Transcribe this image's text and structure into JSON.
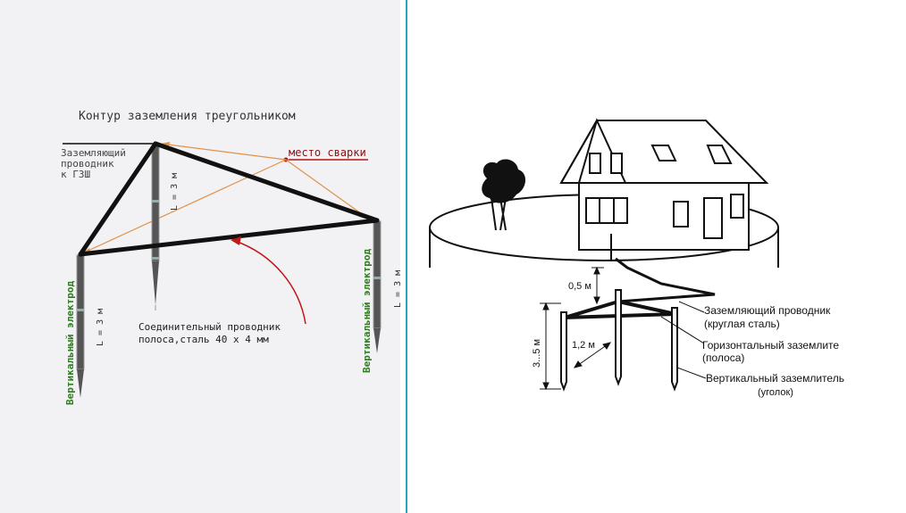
{
  "left": {
    "title": "Контур заземления треугольником",
    "conductor_label": [
      "Заземляющий",
      "проводник",
      "к ГЗШ"
    ],
    "weld_label": "место сварки",
    "electrode_length": "L = 3 м",
    "vertical_electrode": "Вертикальный электрод",
    "connecting_label": [
      "Соединительный проводник",
      "полоса,сталь 40 х 4 мм"
    ]
  },
  "right": {
    "depth": "0,5 м",
    "height_range": "3...5 м",
    "spacing": "1,2 м",
    "grounding_conductor": [
      "Заземляющий проводник",
      "(круглая сталь)"
    ],
    "horizontal_electrode": [
      "Горизонтальный заземлите",
      "(полоса)"
    ],
    "vertical_electrode": [
      "Вертикальный заземлитель",
      "(уголок)"
    ]
  },
  "colors": {
    "divider": "#2aa6b8",
    "weld": "#b01515",
    "weld_lines": "#e0924a",
    "electrode_text": "#2e7d1e",
    "arrow": "#c01818"
  }
}
